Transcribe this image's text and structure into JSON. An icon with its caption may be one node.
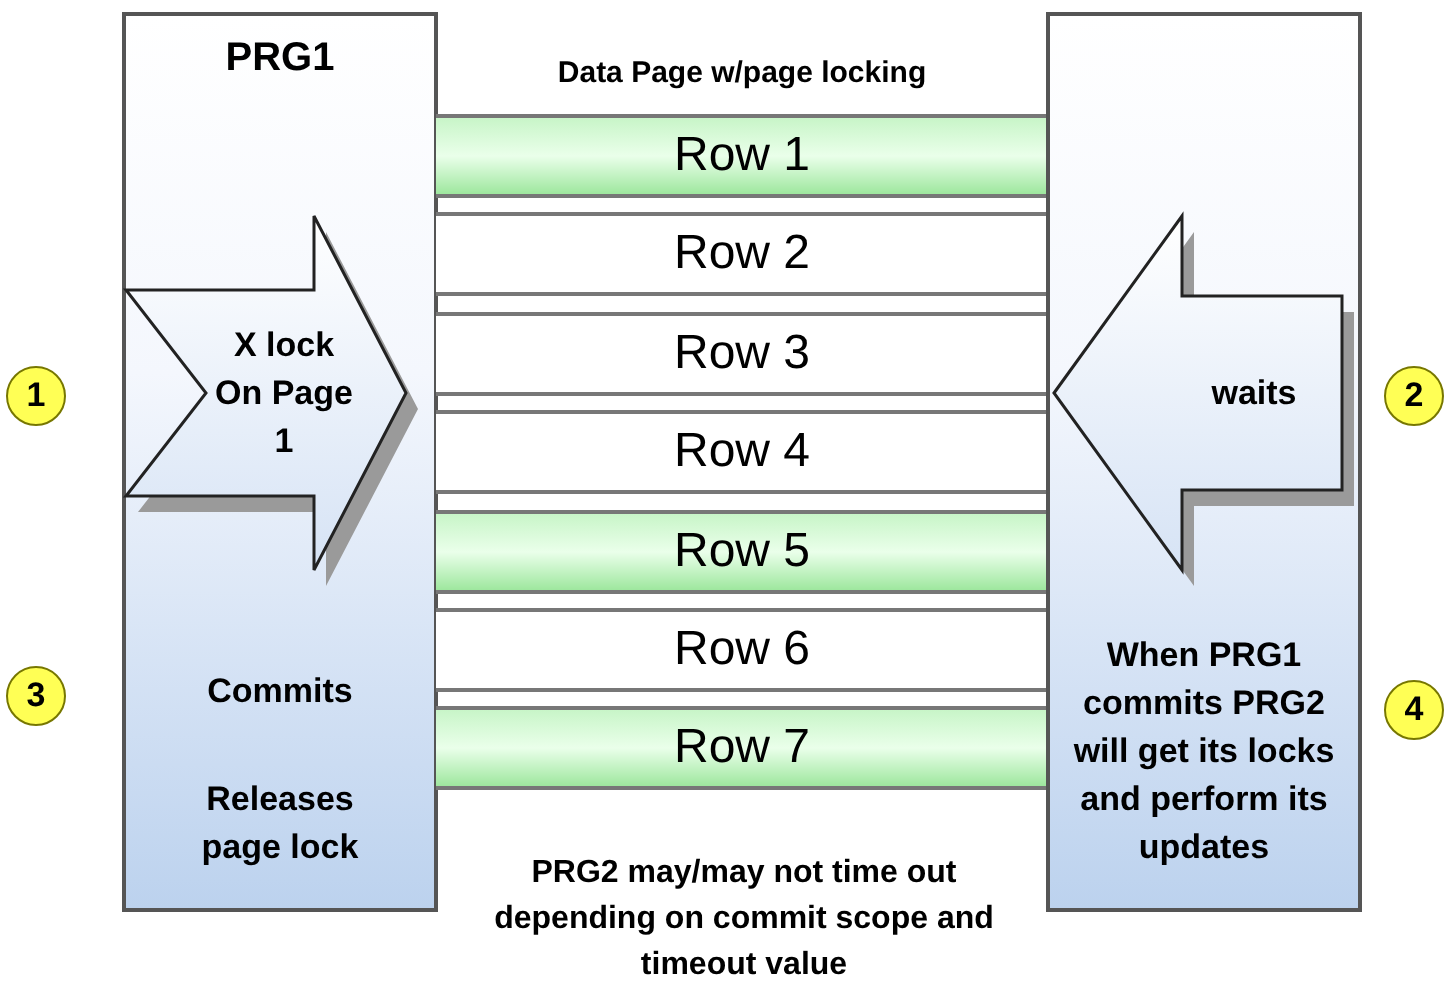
{
  "diagram": {
    "nodes": [
      {
        "text": [
          "PRG1",
          "Commits",
          "Releases page lock"
        ]
      },
      {
        "text": [
          "Data Page w/page locking"
        ]
      },
      {
        "text": [
          "Row 1"
        ],
        "in": 1
      },
      {
        "text": [
          "Row 2"
        ],
        "in": 1
      },
      {
        "text": [
          "Row 3"
        ],
        "in": 1
      },
      {
        "text": [
          "Row 4"
        ],
        "in": 1
      },
      {
        "text": [
          "Row 5"
        ],
        "in": 1
      },
      {
        "text": [
          "Row 6"
        ],
        "in": 1
      },
      {
        "text": [
          "Row 7"
        ],
        "in": 1
      },
      {
        "text": [
          "When PRG1 commits PRG2 will get its locks and perform its updates"
        ]
      },
      {
        "text": [
          "X lock On Page 1"
        ],
        "in": 0
      },
      {
        "text": [
          "waits"
        ],
        "in": 9
      },
      {
        "text": [
          "1"
        ]
      },
      {
        "text": [
          "2"
        ]
      },
      {
        "text": [
          "3"
        ]
      },
      {
        "text": [
          "4"
        ]
      }
    ],
    "labels": [
      "PRG2 may/may not time out depending on commit scope and timeout value"
    ]
  }
}
